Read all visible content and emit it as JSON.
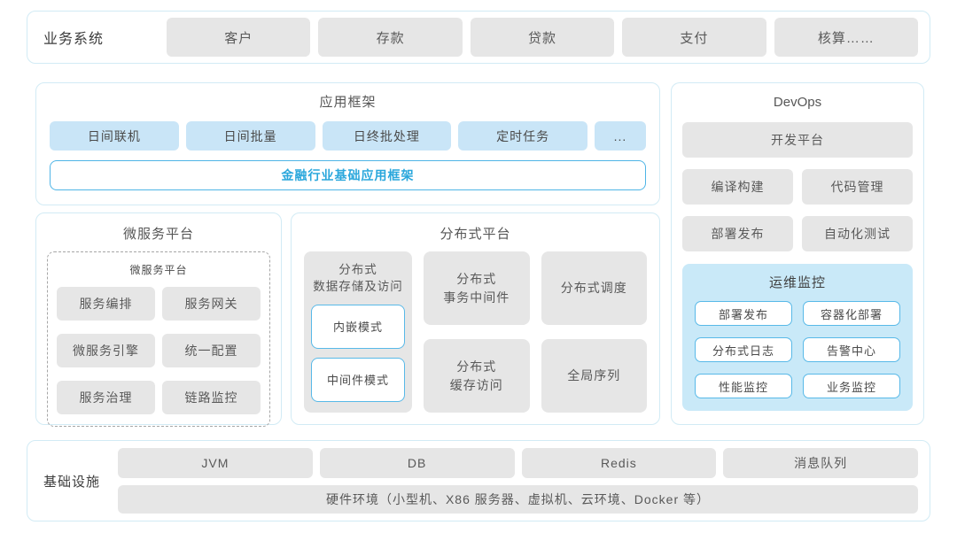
{
  "colors": {
    "section_border": "#d2ebf5",
    "gray_box_bg": "#e6e6e6",
    "light_blue_box_bg": "#c9e5f7",
    "monitor_panel_bg": "#c9e9f8",
    "accent_blue_border": "#4fb5e6",
    "accent_blue_text": "#2aa7dc"
  },
  "business_systems": {
    "label": "业务系统",
    "items": [
      "客户",
      "存款",
      "贷款",
      "支付",
      "核算……"
    ]
  },
  "app_framework": {
    "title": "应用框架",
    "items": [
      "日间联机",
      "日间批量",
      "日终批处理",
      "定时任务",
      "..."
    ],
    "base_framework": "金融行业基础应用框架"
  },
  "devops": {
    "title": "DevOps",
    "dev_platform": "开发平台",
    "items": [
      "编译构建",
      "代码管理",
      "部署发布",
      "自动化测试"
    ],
    "monitoring": {
      "title": "运维监控",
      "items": [
        "部署发布",
        "容器化部署",
        "分布式日志",
        "告警中心",
        "性能监控",
        "业务监控"
      ]
    }
  },
  "microservice_platform": {
    "title": "微服务平台",
    "inner_title": "微服务平台",
    "items": [
      "服务编排",
      "服务网关",
      "微服务引擎",
      "统一配置",
      "服务治理",
      "链路监控"
    ]
  },
  "distributed_platform": {
    "title": "分布式平台",
    "storage": {
      "title_line1": "分布式",
      "title_line2": "数据存储及访问",
      "modes": [
        "内嵌模式",
        "中间件模式"
      ]
    },
    "transaction": {
      "line1": "分布式",
      "line2": "事务中间件"
    },
    "cache": {
      "line1": "分布式",
      "line2": "缓存访问"
    },
    "scheduling": "分布式调度",
    "global_sequence": "全局序列"
  },
  "infrastructure": {
    "label": "基础设施",
    "items": [
      "JVM",
      "DB",
      "Redis",
      "消息队列"
    ],
    "hardware": "硬件环境（小型机、X86 服务器、虚拟机、云环境、Docker 等）"
  }
}
